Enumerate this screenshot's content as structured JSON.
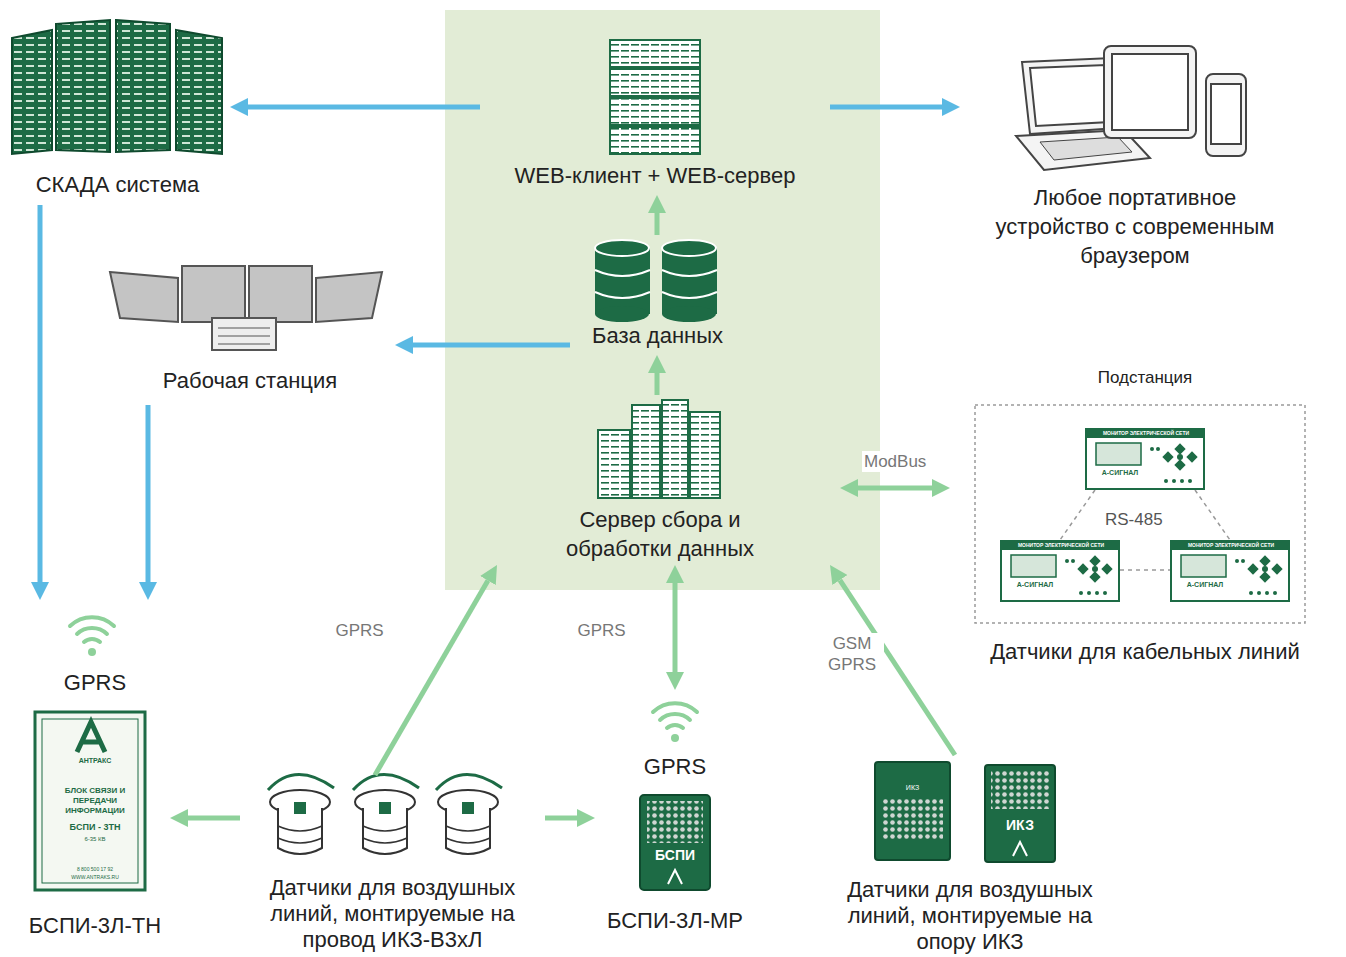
{
  "diagram": {
    "nodes": [
      {
        "text": [
          "СКАДА система"
        ]
      },
      {
        "text": [
          "WEB-клиент + WEB-сервер"
        ]
      },
      {
        "text": [
          "Любое портативное устройство с современным браузером"
        ]
      },
      {
        "text": [
          "Рабочая станция"
        ]
      },
      {
        "text": [
          "База данных"
        ]
      },
      {
        "text": [
          "Подстанция",
          "Датчики для кабельных линий"
        ]
      },
      {
        "text": [
          "МОНИТОР ЭЛЕКТРИЧЕСКОЙ СЕТИ",
          "А-СИГНАЛ"
        ],
        "in": 5
      },
      {
        "text": [
          "МОНИТОР ЭЛЕКТРИЧЕСКОЙ СЕТИ",
          "А-СИГНАЛ"
        ],
        "in": 5
      },
      {
        "text": [
          "МОНИТОР ЭЛЕКТРИЧЕСКОЙ СЕТИ",
          "А-СИГНАЛ"
        ],
        "in": 5
      },
      {
        "text": [
          "Сервер сбора и обработки данных"
        ]
      },
      {
        "text": [
          "GPRS",
          "АНТРАКС",
          "БЛОК СВЯЗИ И ПЕРЕДАЧИ ИНФОРМАЦИИ",
          "БСПИ - 3ТН",
          "6-35 КВ",
          "8 800 500 17 92",
          "WWW.ANTRAKS.RU",
          "БСПИ-3Л-ТН"
        ]
      },
      {
        "text": [
          "Датчики для воздушных линий, монтируемые на провод ИКЗ-В3хЛ"
        ]
      },
      {
        "text": [
          "GPRS",
          "БСПИ",
          "БСПИ-3Л-МР"
        ]
      },
      {
        "text": [
          "ИКЗ",
          "ИКЗ",
          "Датчики для воздушных линий, монтируемые на опору ИКЗ"
        ]
      }
    ],
    "edges": [
      {
        "from": 1,
        "to": 0,
        "arrow": "to"
      },
      {
        "from": 1,
        "to": 2,
        "arrow": "to"
      },
      {
        "from": 4,
        "to": 1,
        "arrow": "to"
      },
      {
        "from": 9,
        "to": 4,
        "arrow": "to"
      },
      {
        "from": 4,
        "to": 3,
        "arrow": "to"
      },
      {
        "from": 0,
        "to": 10,
        "arrow": "to"
      },
      {
        "from": 3,
        "to": 10,
        "arrow": "to"
      },
      {
        "from": 9,
        "to": 5,
        "label": "ModBus",
        "arrow": "both"
      },
      {
        "from": 6,
        "to": 7,
        "arrow": "none"
      },
      {
        "from": 6,
        "to": 8,
        "arrow": "none"
      },
      {
        "from": 7,
        "to": 8,
        "arrow": "none"
      },
      {
        "from": 11,
        "to": 9,
        "label": "GPRS",
        "arrow": "to"
      },
      {
        "from": 12,
        "to": 9,
        "label": "GPRS",
        "arrow": "both"
      },
      {
        "from": 13,
        "to": 9,
        "label": "GSM GPRS",
        "arrow": "to"
      },
      {
        "from": 11,
        "to": 10,
        "arrow": "to"
      },
      {
        "from": 11,
        "to": 12,
        "arrow": "to"
      }
    ],
    "labels": [
      "RS-485"
    ]
  }
}
